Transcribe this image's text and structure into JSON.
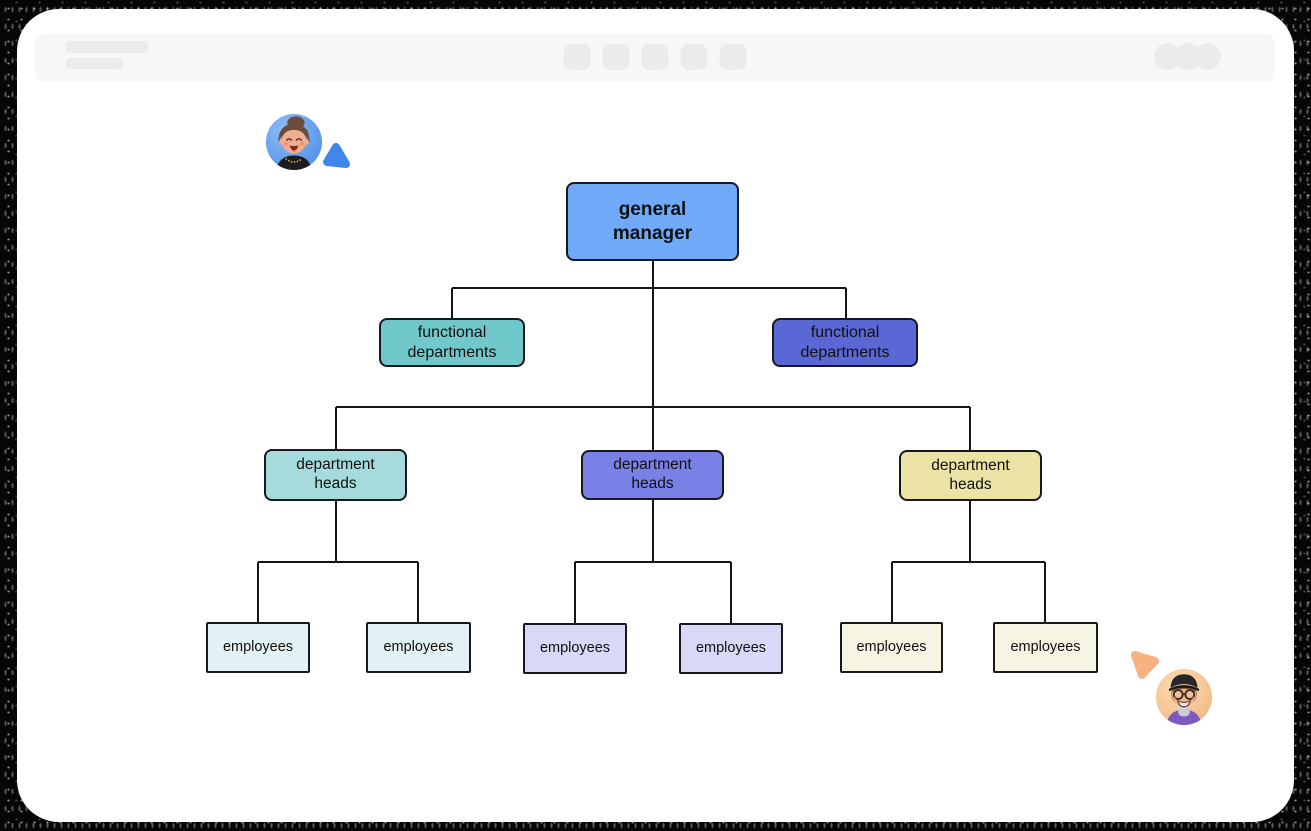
{
  "org_chart": {
    "nodes": [
      {
        "id": "general-manager",
        "label": "general manager",
        "level": 1,
        "color": "#6FA9F7"
      },
      {
        "id": "functional-departments-1",
        "label": "functional departments",
        "level": 2,
        "color": "#71C8CA"
      },
      {
        "id": "functional-departments-2",
        "label": "functional departments",
        "level": 2,
        "color": "#5A68D6"
      },
      {
        "id": "department-heads-1",
        "label": "department heads",
        "level": 3,
        "color": "#A5DBDC"
      },
      {
        "id": "department-heads-2",
        "label": "department heads",
        "level": 3,
        "color": "#7A81E6"
      },
      {
        "id": "department-heads-3",
        "label": "department heads",
        "level": 3,
        "color": "#EBE3A6"
      },
      {
        "id": "employees-1",
        "label": "employees",
        "level": 4,
        "color": "#E1F1F4"
      },
      {
        "id": "employees-2",
        "label": "employees",
        "level": 4,
        "color": "#E1F1F4"
      },
      {
        "id": "employees-3",
        "label": "employees",
        "level": 4,
        "color": "#D7D9F7"
      },
      {
        "id": "employees-4",
        "label": "employees",
        "level": 4,
        "color": "#D7D9F7"
      },
      {
        "id": "employees-5",
        "label": "employees",
        "level": 4,
        "color": "#F8F4E3"
      },
      {
        "id": "employees-6",
        "label": "employees",
        "level": 4,
        "color": "#F8F4E3"
      }
    ],
    "edges": [
      [
        "general-manager",
        "functional-departments-1"
      ],
      [
        "general-manager",
        "functional-departments-2"
      ],
      [
        "general-manager",
        "department-heads-1"
      ],
      [
        "general-manager",
        "department-heads-2"
      ],
      [
        "general-manager",
        "department-heads-3"
      ],
      [
        "department-heads-1",
        "employees-1"
      ],
      [
        "department-heads-1",
        "employees-2"
      ],
      [
        "department-heads-2",
        "employees-3"
      ],
      [
        "department-heads-2",
        "employees-4"
      ],
      [
        "department-heads-3",
        "employees-5"
      ],
      [
        "department-heads-3",
        "employees-6"
      ]
    ],
    "connector_color": "#141414",
    "node_border_color": "#17171F"
  },
  "collaborators": [
    {
      "avatar": "woman-bun-avatar",
      "avatar_bg": "#5E9CEC",
      "cursor_color": "#3E86EA",
      "position": "top-left"
    },
    {
      "avatar": "person-cap-glasses-avatar",
      "avatar_bg": "#F5C493",
      "cursor_color": "#F6B27F",
      "position": "bottom-right"
    }
  ],
  "toolbar": {
    "style": "skeleton-placeholder",
    "bg_color": "#F7F7F7",
    "element_color": "#EBEBEB",
    "action_button_count": 5,
    "avatar_stack_count": 3
  }
}
